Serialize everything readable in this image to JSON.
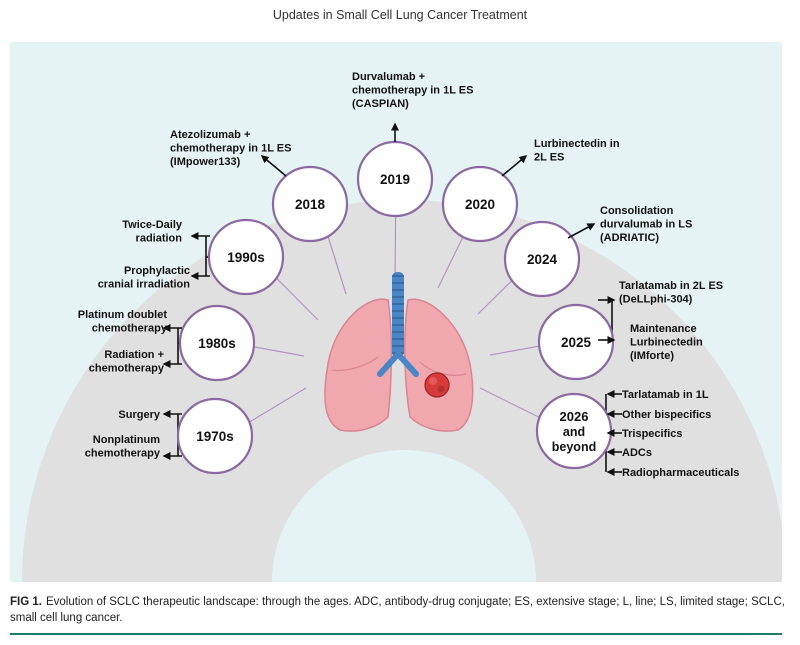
{
  "header": {
    "title": "Updates in Small Cell Lung Cancer Treatment"
  },
  "colors": {
    "panel_bg": "#e6f3f5",
    "arc_band": "#e0e0e0",
    "circle_stroke": "#8a6aa0",
    "connector": "#b095c3",
    "arrow": "#111111",
    "lung": "#f0a7ae",
    "trachea": "#4a86c5",
    "tumor": "#d63a3a",
    "rule": "#1e7a6a"
  },
  "milestones": [
    {
      "id": "1970s",
      "year": "1970s",
      "annotations": [
        {
          "id": "surgery",
          "lines": [
            "Surgery"
          ]
        },
        {
          "id": "nonplatinum",
          "lines": [
            "Nonplatinum",
            "chemotherapy"
          ]
        }
      ]
    },
    {
      "id": "1980s",
      "year": "1980s",
      "annotations": [
        {
          "id": "platinum",
          "lines": [
            "Platinum doublet",
            "chemotherapy"
          ]
        },
        {
          "id": "radiation-chemo",
          "lines": [
            "Radiation +",
            "chemotherapy"
          ]
        }
      ]
    },
    {
      "id": "1990s",
      "year": "1990s",
      "annotations": [
        {
          "id": "twice-daily",
          "lines": [
            "Twice-Daily",
            "radiation"
          ]
        },
        {
          "id": "pci",
          "lines": [
            "Prophylactic",
            "cranial irradiation"
          ]
        }
      ]
    },
    {
      "id": "2018",
      "year": "2018",
      "annotations": [
        {
          "id": "atezolizumab",
          "lines": [
            "Atezolizumab +",
            "chemotherapy in 1L ES",
            "(IMpower133)"
          ]
        }
      ]
    },
    {
      "id": "2019",
      "year": "2019",
      "annotations": [
        {
          "id": "durvalumab",
          "lines": [
            "Durvalumab +",
            "chemotherapy in 1L ES",
            "(CASPIAN)"
          ]
        }
      ]
    },
    {
      "id": "2020",
      "year": "2020",
      "annotations": [
        {
          "id": "lurbinectedin",
          "lines": [
            "Lurbinectedin in",
            "2L ES"
          ]
        }
      ]
    },
    {
      "id": "2024",
      "year": "2024",
      "annotations": [
        {
          "id": "consolidation",
          "lines": [
            "Consolidation",
            "durvalumab in LS",
            "(ADRIATIC)"
          ]
        }
      ]
    },
    {
      "id": "2025",
      "year": "2025",
      "annotations": [
        {
          "id": "tarlatamab-2l",
          "lines": [
            "Tarlatamab in 2L ES",
            "(DeLLphi-304)"
          ]
        },
        {
          "id": "maintenance",
          "lines": [
            "Maintenance",
            "Lurbinectedin",
            "(IMforte)"
          ]
        }
      ]
    },
    {
      "id": "2026",
      "year": [
        "2026",
        "and",
        "beyond"
      ],
      "annotations": [
        {
          "id": "tarlatamab-1l",
          "lines": [
            "Tarlatamab in 1L"
          ]
        },
        {
          "id": "bispecifics",
          "lines": [
            "Other bispecifics"
          ]
        },
        {
          "id": "trispecifics",
          "lines": [
            "Trispecifics"
          ]
        },
        {
          "id": "adcs",
          "lines": [
            "ADCs"
          ]
        },
        {
          "id": "radiopharma",
          "lines": [
            "Radiopharmaceuticals"
          ]
        }
      ]
    }
  ],
  "caption": {
    "label": "FIG 1.",
    "text": "Evolution of SCLC therapeutic landscape: through the ages. ADC, antibody-drug conjugate; ES, extensive stage; L, line; LS, limited stage; SCLC, small cell lung cancer."
  }
}
